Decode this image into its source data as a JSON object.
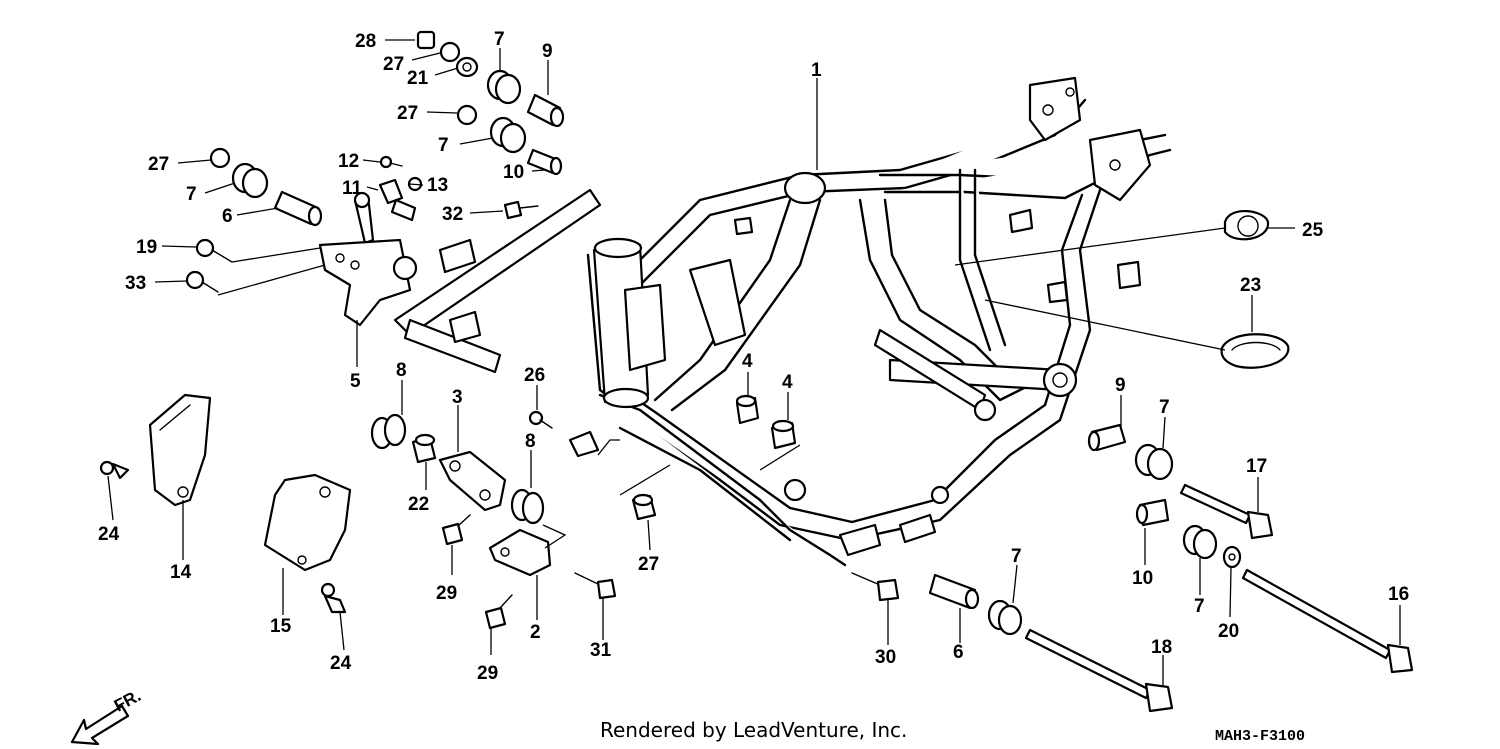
{
  "diagram": {
    "credit": "Rendered by LeadVenture, Inc.",
    "code": "MAH3-F3100",
    "direction_label": "FR.",
    "direction_icon": "arrow-front-icon",
    "callouts": {
      "c1": "1",
      "c2": "2",
      "c3": "3",
      "c4a": "4",
      "c4b": "4",
      "c5": "5",
      "c6a": "6",
      "c6b": "6",
      "c7a": "7",
      "c7b": "7",
      "c7c": "7",
      "c7d": "7",
      "c7e": "7",
      "c7f": "7",
      "c8a": "8",
      "c8b": "8",
      "c9a": "9",
      "c9b": "9",
      "c10a": "10",
      "c10b": "10",
      "c11": "11",
      "c12": "12",
      "c13": "13",
      "c14": "14",
      "c15": "15",
      "c16": "16",
      "c17": "17",
      "c18": "18",
      "c19": "19",
      "c20": "20",
      "c21": "21",
      "c22": "22",
      "c23": "23",
      "c24a": "24",
      "c24b": "24",
      "c25": "25",
      "c26": "26",
      "c27a": "27",
      "c27b": "27",
      "c27c": "27",
      "c27d": "27",
      "c28": "28",
      "c29a": "29",
      "c29b": "29",
      "c30": "30",
      "c31": "31",
      "c32": "32",
      "c33": "33"
    }
  }
}
